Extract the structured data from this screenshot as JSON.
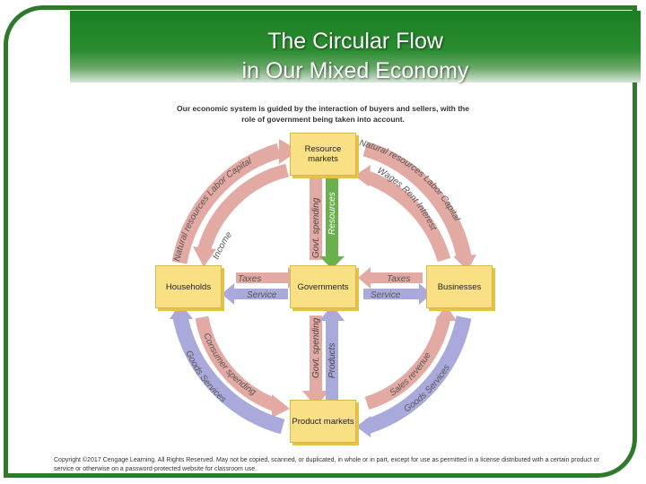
{
  "title": {
    "line1": "The Circular Flow",
    "line2": "in Our Mixed Economy"
  },
  "intro": "Our economic system is guided by the interaction of buyers and sellers, with the role of government being taken into account.",
  "boxes": {
    "resource_markets": "Resource markets",
    "households": "Households",
    "governments": "Governments",
    "businesses": "Businesses",
    "product_markets": "Product markets"
  },
  "flows": {
    "outer_top_left": "Natural resources  Labor  Capital",
    "inner_top_left": "Income",
    "outer_top_right": "Natural resources  Labor  Capital",
    "inner_top_right": "Wages  Rent  Interest",
    "center_top_left": "Govt. spending",
    "center_top_right": "Resources",
    "center_bottom_left": "Govt. spending",
    "center_bottom_right": "Products",
    "left_taxes": "Taxes",
    "left_service": "Service",
    "right_taxes": "Taxes",
    "right_service": "Service",
    "inner_bottom_left": "Consumer spending",
    "outer_bottom_left": "Goods  Services",
    "inner_bottom_right": "Sales revenue",
    "outer_bottom_right": "Goods  Services"
  },
  "colors": {
    "green_arrow": "#6ab04c",
    "pink_arrow": "#e3a9a3",
    "purple_arrow": "#a9a9dc",
    "box_fill": "#f9e085",
    "banner_green": "#1a7f22"
  },
  "copyright": "Copyright ©2017 Cengage Learning. All Rights Reserved. May not be copied, scanned, or duplicated, in whole or in part, except for use as permitted in a license distributed with a certain product or service or otherwise on a password-protected website for classroom use."
}
